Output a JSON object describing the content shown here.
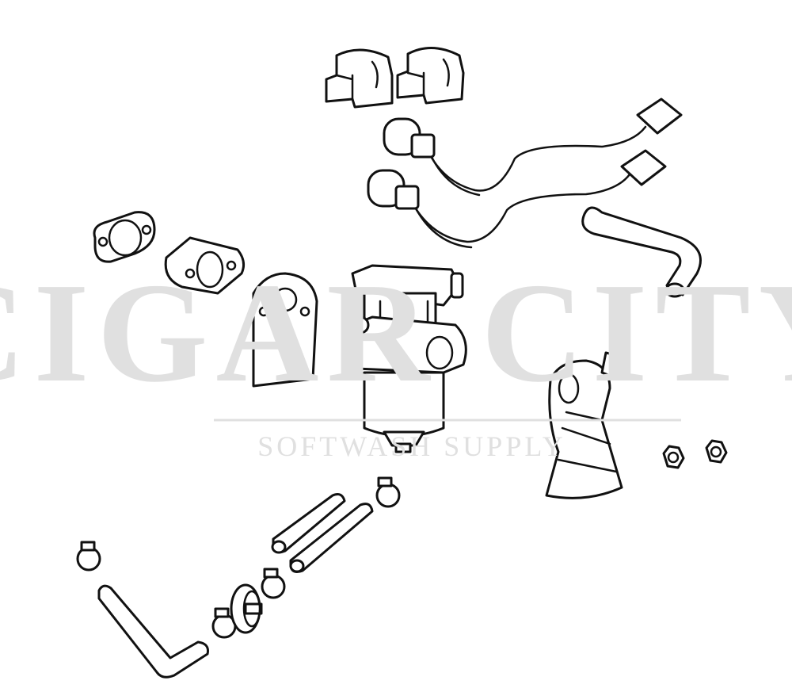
{
  "diagram": {
    "type": "exploded parts diagram",
    "parts": [
      "coil-cover",
      "coil-cover",
      "solenoid-with-wire-connector",
      "solenoid-with-wire-connector",
      "breather-hose",
      "gasket",
      "insulator-spacer",
      "plate-gasket",
      "carburetor",
      "intake-elbow",
      "flange-nut",
      "flange-nut",
      "fuel-line",
      "fuel-line",
      "hose-clamp",
      "hose-clamp",
      "hose-clamp",
      "hose-clamp",
      "fuel-filter",
      "l-shaped-fuel-hose"
    ],
    "line_color": "#111111",
    "background": "#ffffff"
  },
  "watermark": {
    "brand": "CIGAR CITY",
    "tagline": "SOFTWASH SUPPLY",
    "color": "#d8d8d8"
  }
}
